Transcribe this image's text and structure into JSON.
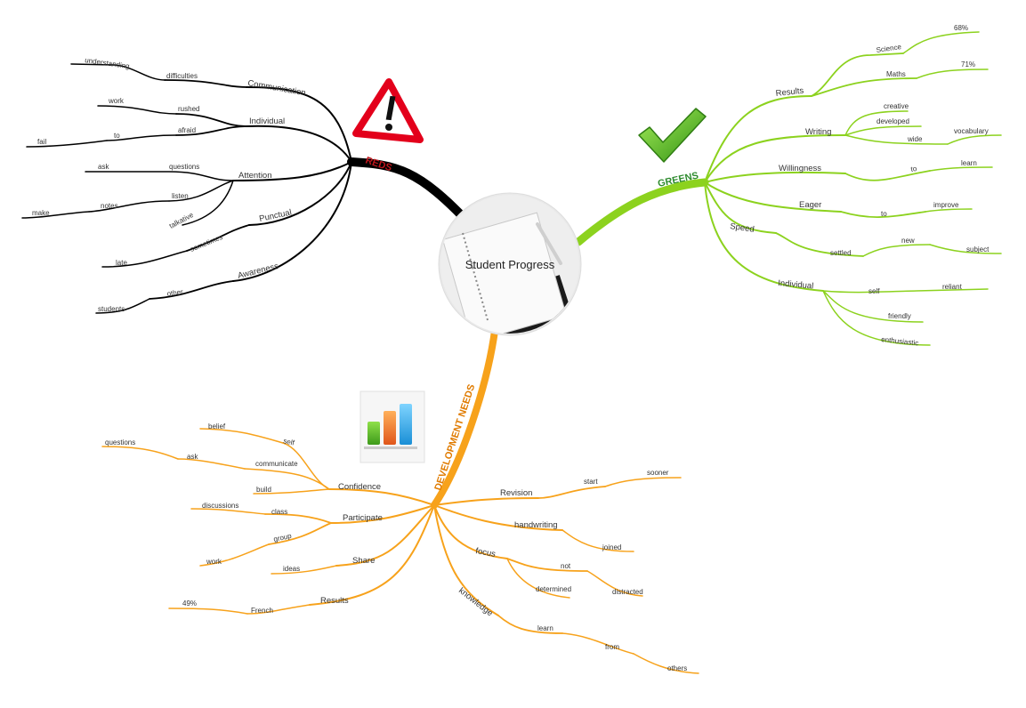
{
  "center": {
    "title": "Student Progress"
  },
  "colors": {
    "reds": "#000000",
    "reds_label": "#c0161c",
    "greens": "#8cd21e",
    "greens_label": "#2e8b2e",
    "dev": "#f7a21b",
    "dev_label": "#e07b00",
    "warning": "#e3001b"
  },
  "icons": {
    "reds": "warning-triangle-icon",
    "greens": "checkmark-icon",
    "dev": "bar-chart-icon"
  },
  "branches": {
    "reds": {
      "label": "REDS",
      "nodes": {
        "communication": "Communication",
        "difficulties": "difficulties",
        "understanding": "understanding",
        "individual": "Individual",
        "rushed": "rushed",
        "work": "work",
        "afraid": "afraid",
        "to": "to",
        "fail": "fail",
        "attention": "Attention",
        "questions": "questions",
        "ask": "ask",
        "listen": "listen",
        "notes": "notes",
        "make": "make",
        "talkative": "talkative",
        "punctual": "Punctual",
        "sometimes": "sometimes",
        "late": "late",
        "awareness": "Awareness",
        "other": "other",
        "students": "students"
      }
    },
    "greens": {
      "label": "GREENS",
      "nodes": {
        "results": "Results",
        "science": "Science",
        "science_pct": "68%",
        "maths": "Maths",
        "maths_pct": "71%",
        "writing": "Writing",
        "creative": "creative",
        "developed": "developed",
        "wide": "wide",
        "vocabulary": "vocabulary",
        "willingness": "Willingness",
        "to1": "to",
        "learn": "learn",
        "eager": "Eager",
        "to2": "to",
        "improve": "improve",
        "speed": "Speed",
        "settled": "settled",
        "new": "new",
        "subject": "subject",
        "individual": "Individual",
        "self": "self",
        "reliant": "reliant",
        "friendly": "friendly",
        "enthusiastic": "enthusiastic"
      }
    },
    "dev": {
      "label": "DEVELOPMENT NEEDS",
      "nodes": {
        "confidence": "Confidence",
        "self": "self",
        "belief": "belief",
        "communicate": "communicate",
        "ask": "ask",
        "questions": "questions",
        "build": "build",
        "participate": "Participate",
        "class": "class",
        "discussions": "discussions",
        "group": "group",
        "work": "work",
        "share": "Share",
        "ideas": "ideas",
        "results": "Results",
        "french": "French",
        "pct": "49%",
        "revision": "Revision",
        "start": "start",
        "sooner": "sooner",
        "handwriting": "handwriting",
        "joined": "joined",
        "focus": "focus",
        "not": "not",
        "distracted": "distracted",
        "determined": "determined",
        "knowledge": "knowledge",
        "learn": "learn",
        "from": "from",
        "others": "others"
      }
    }
  }
}
